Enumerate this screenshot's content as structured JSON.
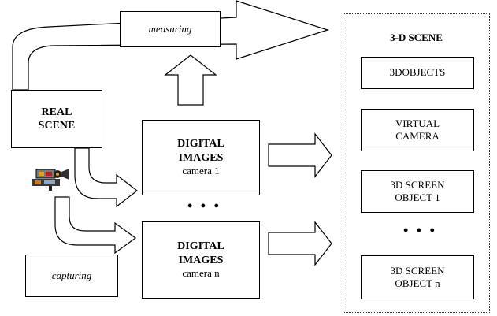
{
  "measuring": {
    "label": "measuring"
  },
  "real_scene": {
    "line1": "REAL",
    "line2": "SCENE"
  },
  "digital_images_1": {
    "line1": "DIGITAL",
    "line2": "IMAGES",
    "line3": "camera 1"
  },
  "digital_images_n": {
    "line1": "DIGITAL",
    "line2": "IMAGES",
    "line3": "camera  n"
  },
  "middle_ellipsis": "• • •",
  "capturing": {
    "label": "capturing"
  },
  "scene_panel": {
    "title": "3-D SCENE",
    "objects": {
      "label": "3DOBJECTS"
    },
    "virtual_camera": {
      "line1": "VIRTUAL",
      "line2": "CAMERA"
    },
    "screen_object_1": {
      "line1": "3D SCREEN",
      "line2": "OBJECT 1"
    },
    "ellipsis": "• • •",
    "screen_object_n": {
      "line1": "3D SCREEN",
      "line2": "OBJECT n"
    }
  },
  "icons": {
    "camera": "video-camera-icon"
  }
}
